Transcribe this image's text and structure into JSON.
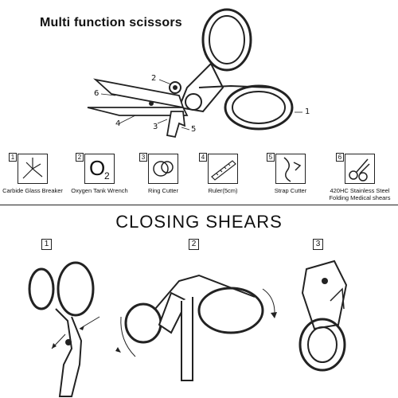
{
  "title": "Multi function scissors",
  "callouts": [
    "2",
    "6",
    "1",
    "4",
    "3",
    "5"
  ],
  "features": [
    {
      "num": "1",
      "label": "Carbide Glass Breaker",
      "icon": "glass-breaker-icon"
    },
    {
      "num": "2",
      "label": "Oxygen Tank Wrench",
      "icon": "oxygen-wrench-icon",
      "glyph": "O",
      "sub": "2"
    },
    {
      "num": "3",
      "label": "Ring Cutter",
      "icon": "ring-cutter-icon"
    },
    {
      "num": "4",
      "label": "Ruler(5cm)",
      "icon": "ruler-icon"
    },
    {
      "num": "5",
      "label": "Strap Cutter",
      "icon": "strap-cutter-icon"
    },
    {
      "num": "6",
      "label": "420HC Stainless Steel",
      "label2": "Folding Medical shears",
      "icon": "folding-shears-icon"
    }
  ],
  "section_title": "CLOSING SHEARS",
  "steps": [
    "1",
    "2",
    "3"
  ]
}
